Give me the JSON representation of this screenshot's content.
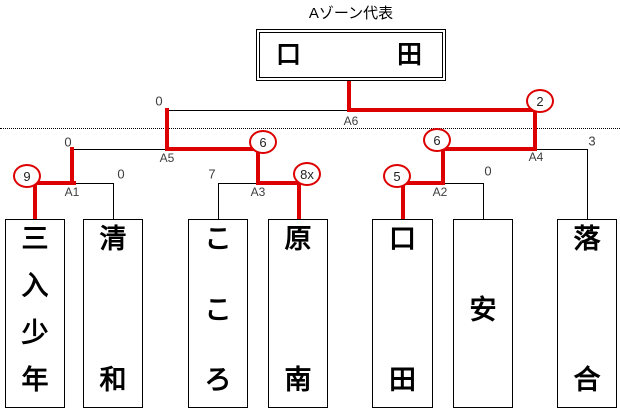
{
  "title": "Aゾーン代表",
  "champion": {
    "name": "口田",
    "first_char": "口",
    "second_char": "田"
  },
  "colors": {
    "accent_red": "#dd0000",
    "line_black": "#000000",
    "score_text": "#3d3d3d"
  },
  "teams": [
    {
      "name": "三入少年",
      "chars": [
        "三",
        "入",
        "少",
        "年"
      ]
    },
    {
      "name": "清和",
      "chars": [
        "清",
        "和"
      ]
    },
    {
      "name": "こころ",
      "chars": [
        "こ",
        "こ",
        "ろ"
      ]
    },
    {
      "name": "原南",
      "chars": [
        "原",
        "南"
      ]
    },
    {
      "name": "口田",
      "chars": [
        "口",
        "田"
      ]
    },
    {
      "name": "安",
      "chars": [
        "安"
      ]
    },
    {
      "name": "落合",
      "chars": [
        "落",
        "合"
      ]
    }
  ],
  "matches": [
    {
      "label": "A1",
      "left_score": "9",
      "right_score": "0",
      "winner": "left"
    },
    {
      "label": "A2",
      "left_score": "5",
      "right_score": "0",
      "winner": "left"
    },
    {
      "label": "A3",
      "left_score": "7",
      "right_score": "8x",
      "winner": "right"
    },
    {
      "label": "A4",
      "left_score": "6",
      "right_score": "3",
      "winner": "left"
    },
    {
      "label": "A5",
      "left_score": "0",
      "right_score": "6",
      "winner": "right"
    },
    {
      "label": "A6",
      "left_score": "0",
      "right_score": "2",
      "winner": "right"
    }
  ]
}
